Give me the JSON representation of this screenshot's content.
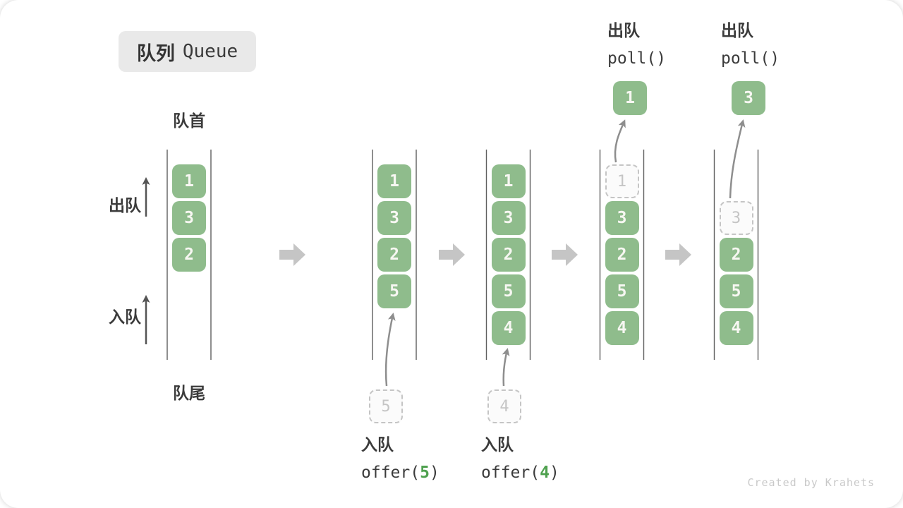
{
  "title": {
    "zh": "队列",
    "en": "Queue"
  },
  "side_labels": {
    "front": "队首",
    "rear": "队尾",
    "dequeue": "出队",
    "enqueue": "入队"
  },
  "colors": {
    "cell_green": "#8FBC8C",
    "cell_text": "#F7F7F2",
    "accent_green": "#4FA14F",
    "ghost_gray": "#C5C5C5",
    "line_gray": "#5F5F5F",
    "flow_arrow_gray": "#C5C5C5",
    "curve_arrow_gray": "#8E8E8E",
    "dark_arrow_gray": "#555555",
    "label_ink": "#3B3B3B",
    "title_bg": "#E9E9E9",
    "watermark_gray": "#C9C9C9"
  },
  "icons": {
    "flow": "block-arrow-right-icon",
    "direction": "arrow-up-icon",
    "transfer": "curved-arrow-icon"
  },
  "states": [
    {
      "name": "initial",
      "cells": [
        {
          "row": 0,
          "value": "1",
          "variant": "solid"
        },
        {
          "row": 1,
          "value": "3",
          "variant": "solid"
        },
        {
          "row": 2,
          "value": "2",
          "variant": "solid"
        }
      ]
    },
    {
      "name": "after-offer-5",
      "cells": [
        {
          "row": 0,
          "value": "1",
          "variant": "solid"
        },
        {
          "row": 1,
          "value": "3",
          "variant": "solid"
        },
        {
          "row": 2,
          "value": "2",
          "variant": "solid"
        },
        {
          "row": 3,
          "value": "5",
          "variant": "solid"
        }
      ],
      "ghost": "5",
      "op": {
        "kind": "enqueue",
        "verb": "入队",
        "fn": "offer",
        "arg": "5"
      }
    },
    {
      "name": "after-offer-4",
      "cells": [
        {
          "row": 0,
          "value": "1",
          "variant": "solid"
        },
        {
          "row": 1,
          "value": "3",
          "variant": "solid"
        },
        {
          "row": 2,
          "value": "2",
          "variant": "solid"
        },
        {
          "row": 3,
          "value": "5",
          "variant": "solid"
        },
        {
          "row": 4,
          "value": "4",
          "variant": "solid"
        }
      ],
      "ghost": "4",
      "op": {
        "kind": "enqueue",
        "verb": "入队",
        "fn": "offer",
        "arg": "4"
      }
    },
    {
      "name": "after-poll-1",
      "cells": [
        {
          "row": 0,
          "value": "1",
          "variant": "dashed"
        },
        {
          "row": 1,
          "value": "3",
          "variant": "solid"
        },
        {
          "row": 2,
          "value": "2",
          "variant": "solid"
        },
        {
          "row": 3,
          "value": "5",
          "variant": "solid"
        },
        {
          "row": 4,
          "value": "4",
          "variant": "solid"
        }
      ],
      "polled": "1",
      "op": {
        "kind": "dequeue",
        "verb": "出队",
        "fn": "poll",
        "arg": ""
      }
    },
    {
      "name": "after-poll-3",
      "cells": [
        {
          "row": 1,
          "value": "3",
          "variant": "dashed"
        },
        {
          "row": 2,
          "value": "2",
          "variant": "solid"
        },
        {
          "row": 3,
          "value": "5",
          "variant": "solid"
        },
        {
          "row": 4,
          "value": "4",
          "variant": "solid"
        }
      ],
      "polled": "3",
      "op": {
        "kind": "dequeue",
        "verb": "出队",
        "fn": "poll",
        "arg": ""
      }
    }
  ],
  "watermark": "Created by Krahets"
}
